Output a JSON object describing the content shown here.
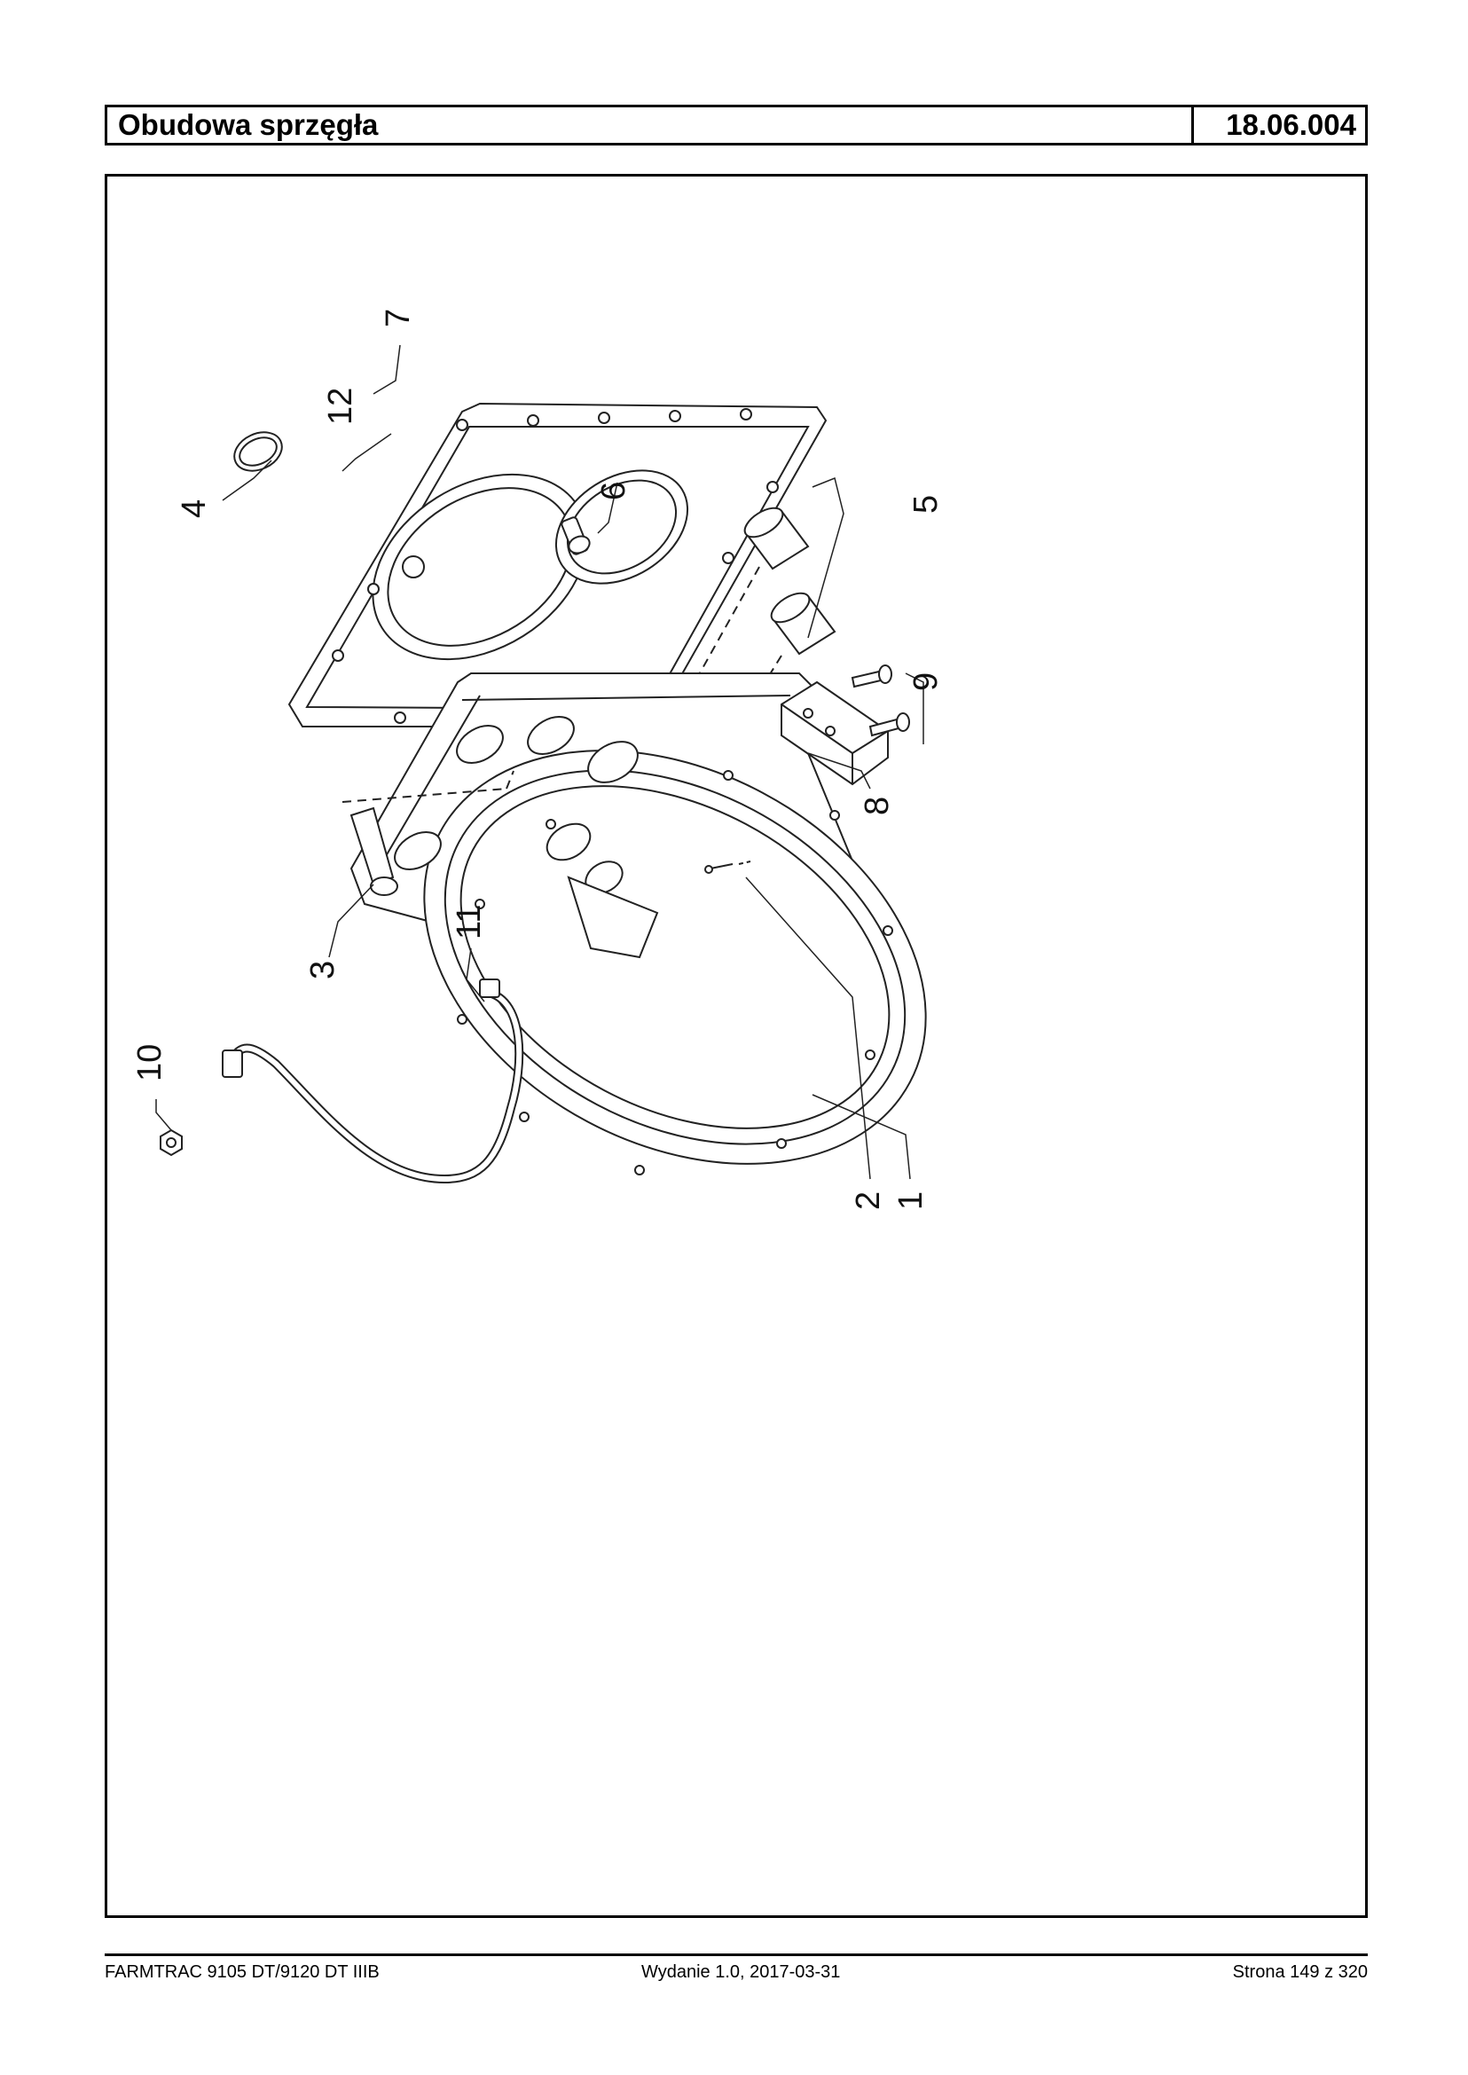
{
  "header": {
    "title": "Obudowa sprzęgła",
    "code": "18.06.004"
  },
  "callouts": {
    "c1": "1",
    "c2": "2",
    "c3": "3",
    "c4": "4",
    "c5": "5",
    "c6": "6",
    "c7": "7",
    "c8": "8",
    "c9": "9",
    "c10": "10",
    "c11": "11",
    "c12": "12"
  },
  "footer": {
    "model": "FARMTRAC 9105 DT/9120 DT IIIB",
    "edition": "Wydanie 1.0,  2017-03-31",
    "page": "Strona 149 z 320"
  }
}
